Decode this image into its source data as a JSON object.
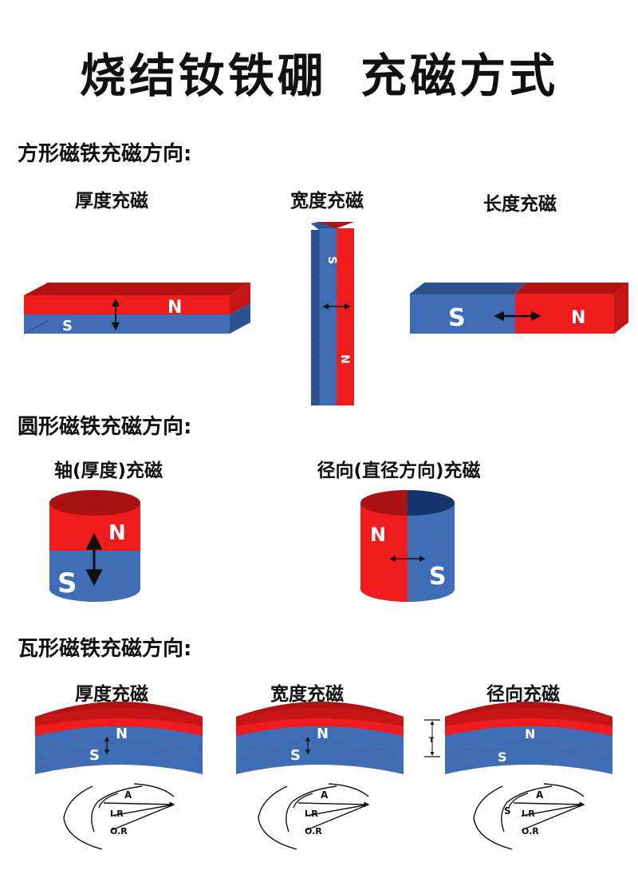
{
  "title": "烧结钕铁硼  充磁方式",
  "sections": {
    "square": {
      "heading": "方形磁铁充磁方向:",
      "items": [
        {
          "label": "厚度充磁",
          "n": "N",
          "s": "S"
        },
        {
          "label": "宽度充磁",
          "n": "N",
          "s": "S"
        },
        {
          "label": "长度充磁",
          "n": "N",
          "s": "S"
        }
      ]
    },
    "round": {
      "heading": "圆形磁铁充磁方向:",
      "items": [
        {
          "label": "轴(厚度)充磁",
          "n": "N",
          "s": "S"
        },
        {
          "label": "径向(直径方向)充磁",
          "n": "N",
          "s": "S"
        }
      ]
    },
    "arc": {
      "heading": "瓦形磁铁充磁方向:",
      "items": [
        {
          "label": "厚度充磁",
          "n": "N",
          "s": "S"
        },
        {
          "label": "宽度充磁",
          "n": "N",
          "s": "S"
        },
        {
          "label": "径向充磁",
          "n": "N",
          "s": "S"
        }
      ],
      "dimension_labels": {
        "angle": "A",
        "inner_radius": "I.R",
        "outer_radius": "O.R",
        "thickness": "T",
        "side": "S"
      }
    }
  },
  "colors": {
    "north": "#ee1c1c",
    "north_top": "#b01010",
    "south": "#3e6db5",
    "south_top": "#1f3f74"
  }
}
